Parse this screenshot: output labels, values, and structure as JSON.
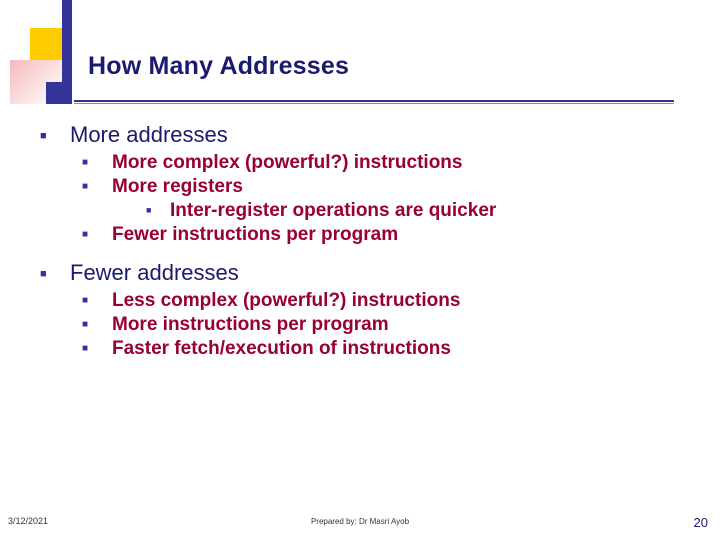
{
  "slide": {
    "title": "How Many Addresses",
    "sections": [
      {
        "heading": "More addresses",
        "items": [
          {
            "level": 2,
            "text": "More complex (powerful?) instructions"
          },
          {
            "level": 2,
            "text": "More registers"
          },
          {
            "level": 3,
            "text": "Inter-register operations are quicker"
          },
          {
            "level": 2,
            "text": "Fewer instructions per program"
          }
        ]
      },
      {
        "heading": "Fewer addresses",
        "items": [
          {
            "level": 2,
            "text": "Less complex (powerful?) instructions"
          },
          {
            "level": 2,
            "text": "More instructions per program"
          },
          {
            "level": 2,
            "text": "Faster fetch/execution of instructions"
          }
        ]
      }
    ]
  },
  "footer": {
    "date": "3/12/2021",
    "prepared_by": "Prepared by: Dr Masri Ayob",
    "page_number": "20"
  },
  "colors": {
    "title": "#1a1a6e",
    "heading": "#1a1a6e",
    "sub_text": "#990033",
    "bullet": "#333399",
    "accent_yellow": "#ffcc00",
    "accent_blue": "#333399"
  },
  "icons": {
    "bullet_square": "■"
  }
}
